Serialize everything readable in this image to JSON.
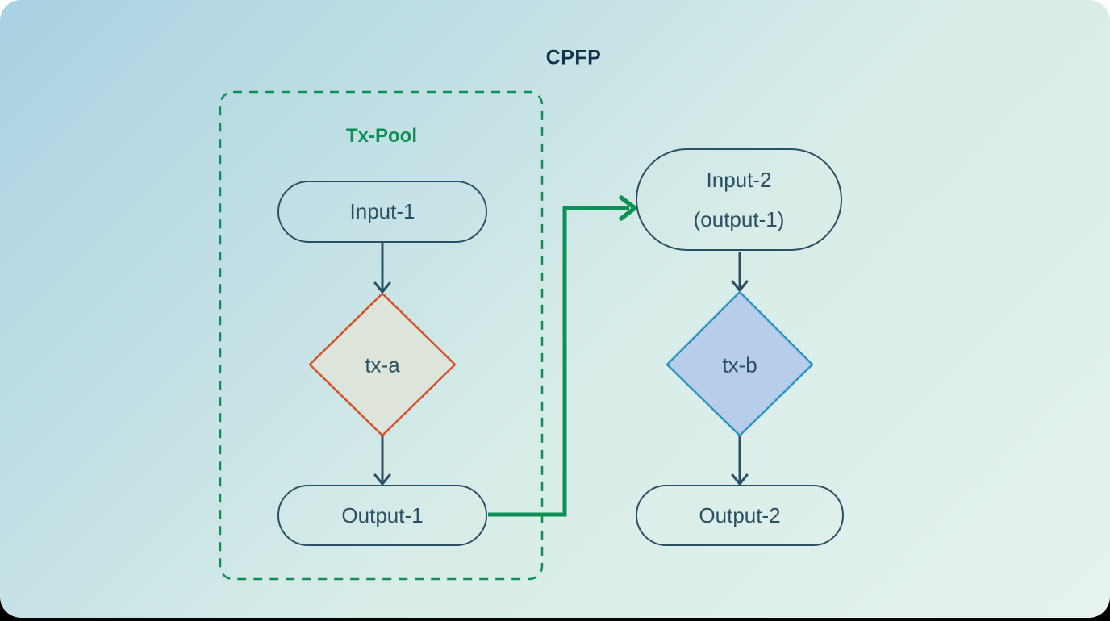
{
  "title": "CPFP",
  "colors": {
    "bg-start": "#a9d1e2",
    "bg-mid": "#d7ece8",
    "bg-end": "#e6f3ee",
    "ink": "#16324b",
    "node": "#2b4f63",
    "green": "#0e8f53",
    "orange": "#d5512c",
    "orange-fill": "#dde4da",
    "blue": "#2a95c5",
    "blue-fill": "#b7cde9"
  },
  "txpool": {
    "label": "Tx-Pool"
  },
  "nodes": {
    "input1": {
      "label": "Input-1"
    },
    "txa": {
      "label": "tx-a"
    },
    "output1": {
      "label": "Output-1"
    },
    "input2": {
      "label": "Input-2",
      "sublabel": "(output-1)"
    },
    "txb": {
      "label": "tx-b"
    },
    "output2": {
      "label": "Output-2"
    }
  }
}
